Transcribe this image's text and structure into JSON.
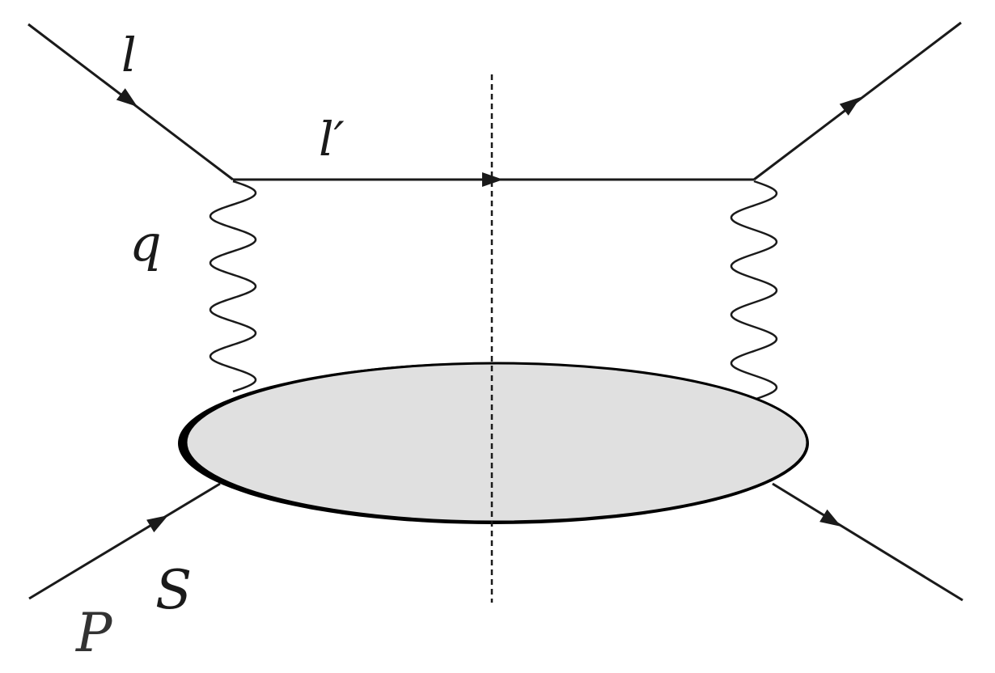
{
  "diagram": {
    "labels": {
      "incoming_lepton": "l",
      "outgoing_lepton": "l′",
      "photon": "q",
      "nucleon_momentum": "P",
      "nucleon_spin": "S"
    },
    "colors": {
      "line": "#1a1a1a",
      "blob_fill": "#e0e0e0",
      "background": "#ffffff"
    }
  }
}
